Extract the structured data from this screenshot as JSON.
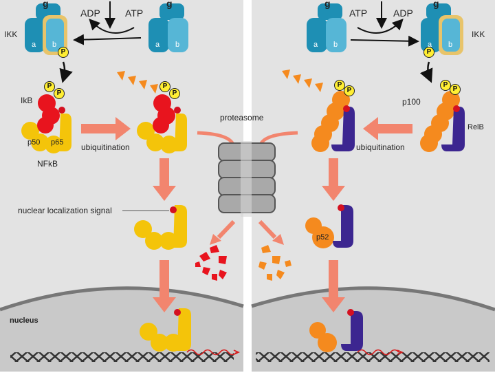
{
  "left_panel": {
    "ikk": {
      "label": "IKK",
      "g": "g",
      "a": "a",
      "b": "b"
    },
    "adp_label": "ADP",
    "atp_label": "ATP",
    "ikb_label": "IkB",
    "p50_label": "p50",
    "p65_label": "p65",
    "nfkb_label": "NFkB",
    "ubiquitination_label": "ubiquitination",
    "nls_label": "nuclear localization signal",
    "nucleus_label": "nucleus",
    "phospho": "P"
  },
  "center": {
    "proteasome_label": "proteasome"
  },
  "right_panel": {
    "ikk": {
      "label": "IKK",
      "g": "g",
      "a": "a",
      "b": "b"
    },
    "atp_label": "ATP",
    "adp_label": "ADP",
    "p100_label": "p100",
    "relb_label": "RelB",
    "ubiquitination_label": "ubiquitination",
    "p52_label": "p52",
    "phospho": "P"
  },
  "colors": {
    "background": "#e3e3e3",
    "divider": "#ffffff",
    "ikk_blue": "#1e8fb4",
    "ikk_light": "#56b6d6",
    "ikk_outline": "#e8c46a",
    "ikb_red": "#e8141e",
    "nfkb_yellow": "#f4c40a",
    "p100_orange": "#f58a1e",
    "relb_purple": "#3c2690",
    "arrow_salmon": "#f2856e",
    "phospho_yellow": "#ffee33",
    "nucleus_grey": "#c8c8c8",
    "dna_dark": "#333333"
  }
}
